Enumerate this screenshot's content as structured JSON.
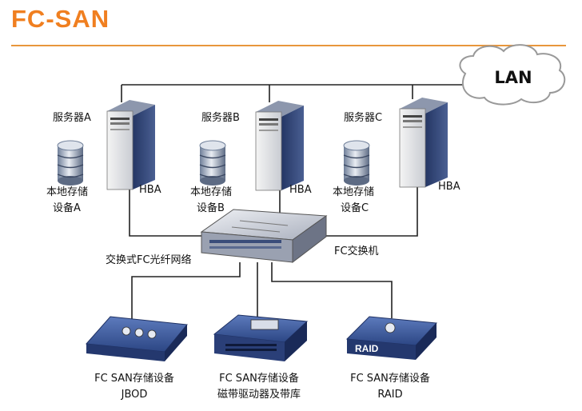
{
  "title": "FC-SAN",
  "lan": "LAN",
  "servers": [
    {
      "name": "服务器A",
      "hba": "HBA",
      "storage_line1": "本地存储",
      "storage_line2": "设备A"
    },
    {
      "name": "服务器B",
      "hba": "HBA",
      "storage_line1": "本地存储",
      "storage_line2": "设备B"
    },
    {
      "name": "服务器C",
      "hba": "HBA",
      "storage_line1": "本地存储",
      "storage_line2": "设备C"
    }
  ],
  "switch": {
    "label": "FC交换机",
    "network_label": "交换式FC光纤网络"
  },
  "devices": [
    {
      "line1": "FC SAN存储设备",
      "line2": "JBOD"
    },
    {
      "line1": "FC SAN存储设备",
      "line2": "磁带驱动器及带库"
    },
    {
      "line1": "FC SAN存储设备",
      "line2": "RAID",
      "badge": "RAID"
    }
  ],
  "colors": {
    "title": "#f07f20",
    "rule": "#e8963c",
    "server": "#3a4d7a",
    "device": "#2f4a8a"
  }
}
